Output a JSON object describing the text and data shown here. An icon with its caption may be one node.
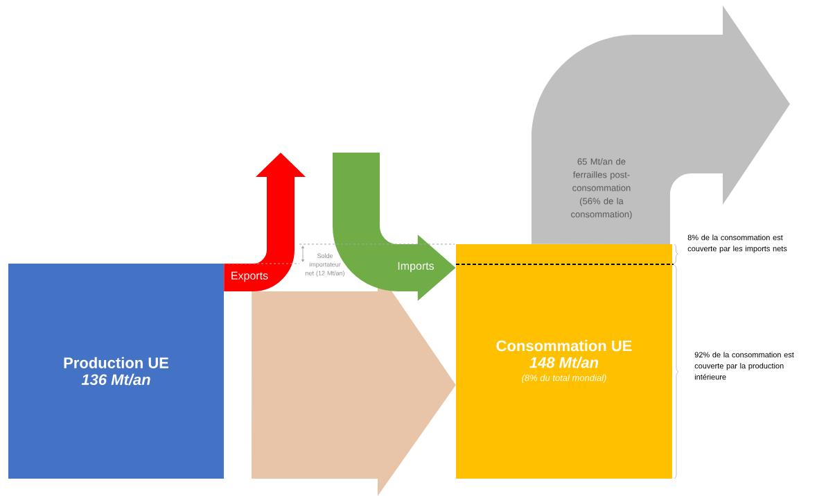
{
  "diagram": {
    "nodes": [
      {
        "text": [
          "Production UE",
          "136 Mt/an"
        ]
      },
      {
        "text": [
          "Consommation UE",
          "148 Mt/an",
          "(8% du total mondial)"
        ]
      }
    ],
    "edges": [
      {
        "from": 0,
        "to": 1,
        "arrow": "to",
        "style": "thick",
        "color": "#e8c5a8"
      },
      {
        "from": 0,
        "to": null,
        "arrow": "to",
        "label": "Exports",
        "color": "#ff0000"
      },
      {
        "from": null,
        "to": 1,
        "arrow": "to",
        "label": "Imports",
        "color": "#70ad47"
      },
      {
        "from": 1,
        "to": null,
        "arrow": "to",
        "label": "65 Mt/an de ferrailles post-consommation (56% de la consommation)",
        "style": "thick",
        "color": "#bfbfbf"
      }
    ],
    "labels": [
      "Solde importateur net (12 Mt/an)",
      "8% de la consommation est couverte par les imports nets",
      "92% de la consommation est couverte par la production intérieure"
    ]
  }
}
